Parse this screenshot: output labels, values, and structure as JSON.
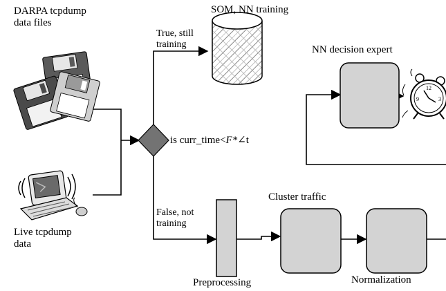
{
  "labels": {
    "darpa_source": "DARPA tcpdump\ndata files",
    "live_source": "Live tcpdump\ndata",
    "som_training": "SOM, NN training",
    "true_branch": "True, still\ntraining",
    "false_branch": "False, not\ntraining",
    "decision_condition_prefix": "is curr_time<",
    "decision_condition_var": "F*",
    "decision_condition_suffix": "∠t",
    "nn_decision_expert": "NN decision expert",
    "cluster_traffic": "Cluster traffic",
    "preprocessing": "Preprocessing",
    "normalization": "Normalization"
  },
  "colors": {
    "box_fill": "#d3d3d3",
    "diamond_fill": "#737373",
    "line": "#000000",
    "cylinder_hatch": "#8a8a8a"
  },
  "icons": {
    "floppy_disks": "floppy-disk-stack-icon",
    "computer": "computer-with-keyboard-icon",
    "database": "cylinder-database-icon",
    "clock": "alarm-clock-icon"
  }
}
